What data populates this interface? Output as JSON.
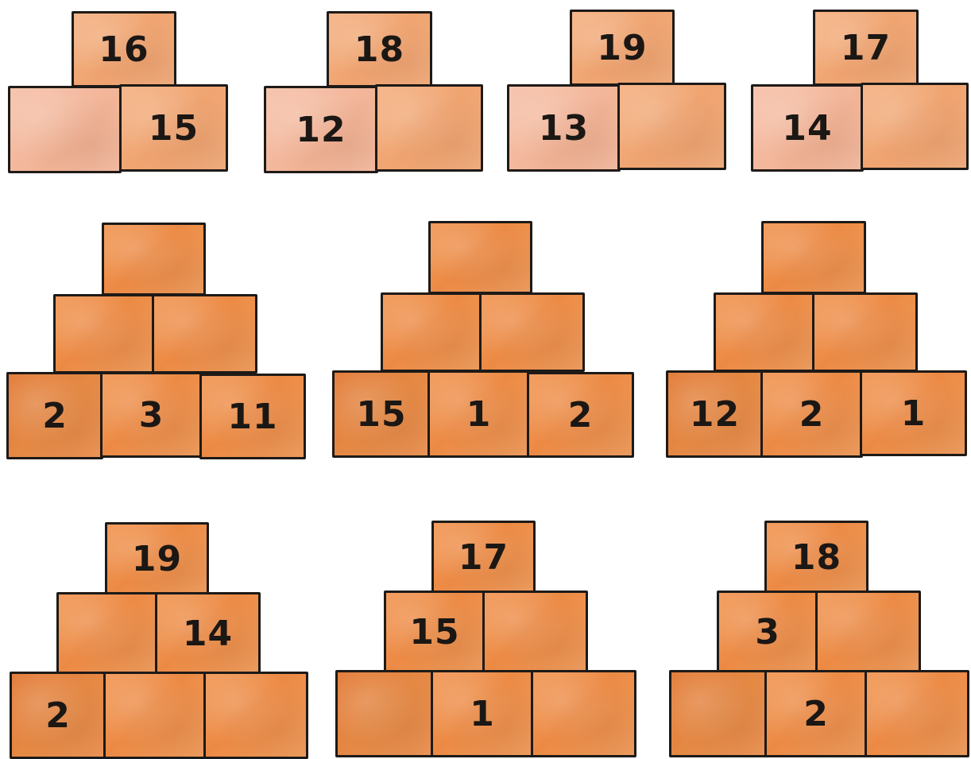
{
  "row1": {
    "p1": {
      "top": "16",
      "left": "",
      "right": "15"
    },
    "p2": {
      "top": "18",
      "left": "12",
      "right": ""
    },
    "p3": {
      "top": "19",
      "left": "13",
      "right": ""
    },
    "p4": {
      "top": "17",
      "left": "14",
      "right": ""
    }
  },
  "row2": {
    "p1": {
      "top": "",
      "mid_left": "",
      "mid_right": "",
      "base_left": "2",
      "base_mid": "3",
      "base_right": "11"
    },
    "p2": {
      "top": "",
      "mid_left": "",
      "mid_right": "",
      "base_left": "15",
      "base_mid": "1",
      "base_right": "2"
    },
    "p3": {
      "top": "",
      "mid_left": "",
      "mid_right": "",
      "base_left": "12",
      "base_mid": "2",
      "base_right": "1"
    }
  },
  "row3": {
    "p1": {
      "top": "19",
      "mid_left": "",
      "mid_right": "14",
      "base_left": "2",
      "base_mid": "",
      "base_right": ""
    },
    "p2": {
      "top": "17",
      "mid_left": "15",
      "mid_right": "",
      "base_left": "",
      "base_mid": "1",
      "base_right": ""
    },
    "p3": {
      "top": "18",
      "mid_left": "3",
      "mid_right": "",
      "base_left": "",
      "base_mid": "2",
      "base_right": ""
    }
  }
}
